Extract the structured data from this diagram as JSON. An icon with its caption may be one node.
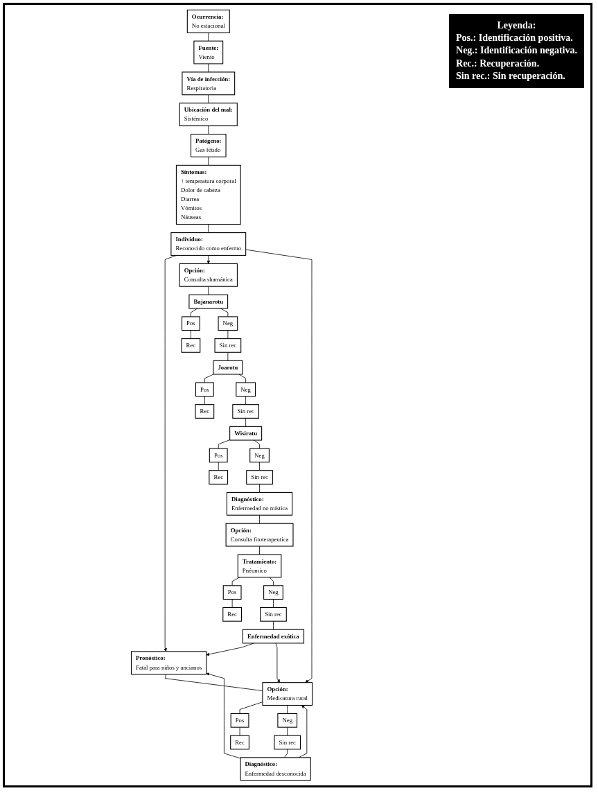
{
  "diagram": {
    "nodes": [
      {
        "text": [
          "Ocurrencia:",
          "No estacional"
        ]
      },
      {
        "text": [
          "Fuente:",
          "Viento"
        ]
      },
      {
        "text": [
          "Vía de infección:",
          "Respiratoria"
        ]
      },
      {
        "text": [
          "Ubicación del mal:",
          "Sistémico"
        ]
      },
      {
        "text": [
          "Patógeno:",
          "Gas fétido"
        ]
      },
      {
        "text": [
          "Síntomas:",
          "↑ temperatura corporal",
          "Dolor de cabeza",
          "Diarrea",
          "Vómitos",
          "Náuseas"
        ]
      },
      {
        "text": [
          "Individuo:",
          "Reconocido como enfermo"
        ]
      },
      {
        "text": [
          "Pronóstico:",
          "Fatal para niños y ancianos"
        ]
      },
      {
        "text": [
          "Opción:",
          "Medicatura rural"
        ]
      },
      {
        "text": [
          "Pos"
        ]
      },
      {
        "text": [
          "Neg"
        ]
      },
      {
        "text": [
          "Rec"
        ]
      },
      {
        "text": [
          "Sin rec"
        ]
      },
      {
        "text": [
          "Diagnóstico:",
          "Enfermedad desconocida"
        ]
      },
      {
        "text": [
          "Opción:",
          "Consulta shamánica"
        ]
      },
      {
        "text": [
          "Bajanarotu"
        ]
      },
      {
        "text": [
          "Pos"
        ]
      },
      {
        "text": [
          "Neg"
        ]
      },
      {
        "text": [
          "Rec"
        ]
      },
      {
        "text": [
          "Sin rec"
        ]
      },
      {
        "text": [
          "Joarotu"
        ]
      },
      {
        "text": [
          "Pos"
        ]
      },
      {
        "text": [
          "Neg"
        ]
      },
      {
        "text": [
          "Rec"
        ]
      },
      {
        "text": [
          "Sin rec"
        ]
      },
      {
        "text": [
          "Wisiratu"
        ]
      },
      {
        "text": [
          "Pos"
        ]
      },
      {
        "text": [
          "Neg"
        ]
      },
      {
        "text": [
          "Rec"
        ]
      },
      {
        "text": [
          "Sin rec"
        ]
      },
      {
        "text": [
          "Diagnóstico:",
          "Enfermedad no mística"
        ]
      },
      {
        "text": [
          "Opción:",
          "Consulta fitoterapeutica"
        ]
      },
      {
        "text": [
          "Tratamiento:",
          "Pnéumico"
        ]
      },
      {
        "text": [
          "Pos"
        ]
      },
      {
        "text": [
          "Neg"
        ]
      },
      {
        "text": [
          "Rec"
        ]
      },
      {
        "text": [
          "Sin rec"
        ]
      },
      {
        "text": [
          "Enfermedad exótica"
        ]
      }
    ],
    "edges": [
      {
        "from": 0,
        "to": 1,
        "arrow": "none"
      },
      {
        "from": 1,
        "to": 2,
        "arrow": "none"
      },
      {
        "from": 2,
        "to": 3,
        "arrow": "none"
      },
      {
        "from": 3,
        "to": 4,
        "arrow": "none"
      },
      {
        "from": 4,
        "to": 5,
        "arrow": "none"
      },
      {
        "from": 5,
        "to": 6,
        "arrow": "none"
      },
      {
        "from": 6,
        "to": 7,
        "arrow": "to"
      },
      {
        "from": 6,
        "to": 14,
        "arrow": "to"
      },
      {
        "from": 6,
        "to": 8,
        "arrow": "to"
      },
      {
        "from": 7,
        "to": 8,
        "arrow": "none"
      },
      {
        "from": 8,
        "to": 9,
        "arrow": "none"
      },
      {
        "from": 8,
        "to": 10,
        "arrow": "none"
      },
      {
        "from": 9,
        "to": 11,
        "arrow": "none"
      },
      {
        "from": 10,
        "to": 12,
        "arrow": "none"
      },
      {
        "from": 12,
        "to": 13,
        "arrow": "none"
      },
      {
        "from": 13,
        "to": 7,
        "arrow": "to"
      },
      {
        "from": 13,
        "to": 8,
        "arrow": "to"
      },
      {
        "from": 14,
        "to": 15,
        "arrow": "none"
      },
      {
        "from": 15,
        "to": 16,
        "arrow": "none"
      },
      {
        "from": 15,
        "to": 17,
        "arrow": "none"
      },
      {
        "from": 16,
        "to": 18,
        "arrow": "none"
      },
      {
        "from": 17,
        "to": 19,
        "arrow": "none"
      },
      {
        "from": 19,
        "to": 20,
        "arrow": "none"
      },
      {
        "from": 20,
        "to": 21,
        "arrow": "none"
      },
      {
        "from": 20,
        "to": 22,
        "arrow": "none"
      },
      {
        "from": 21,
        "to": 23,
        "arrow": "none"
      },
      {
        "from": 22,
        "to": 24,
        "arrow": "none"
      },
      {
        "from": 24,
        "to": 25,
        "arrow": "none"
      },
      {
        "from": 25,
        "to": 26,
        "arrow": "none"
      },
      {
        "from": 25,
        "to": 27,
        "arrow": "none"
      },
      {
        "from": 26,
        "to": 28,
        "arrow": "none"
      },
      {
        "from": 27,
        "to": 29,
        "arrow": "none"
      },
      {
        "from": 29,
        "to": 30,
        "arrow": "none"
      },
      {
        "from": 30,
        "to": 31,
        "arrow": "none"
      },
      {
        "from": 31,
        "to": 32,
        "arrow": "none"
      },
      {
        "from": 32,
        "to": 33,
        "arrow": "none"
      },
      {
        "from": 32,
        "to": 34,
        "arrow": "none"
      },
      {
        "from": 33,
        "to": 35,
        "arrow": "none"
      },
      {
        "from": 34,
        "to": 36,
        "arrow": "none"
      },
      {
        "from": 36,
        "to": 37,
        "arrow": "none"
      },
      {
        "from": 37,
        "to": 7,
        "arrow": "to"
      },
      {
        "from": 37,
        "to": 8,
        "arrow": "to"
      }
    ],
    "labels": [
      "Leyenda:"
    ],
    "legend": [
      {
        "text": "Pos.: Identificación positiva."
      },
      {
        "text": "Neg.: Identificación negativa."
      },
      {
        "text": "Rec.: Recuperación."
      },
      {
        "text": "Sin rec.: Sin recuperación."
      }
    ]
  }
}
